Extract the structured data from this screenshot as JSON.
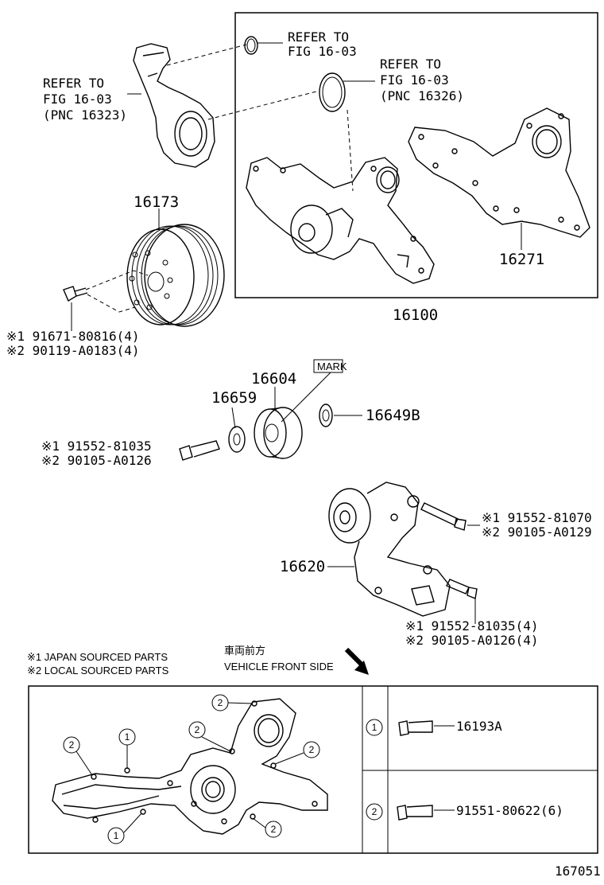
{
  "refs": {
    "ref1": [
      "REFER TO",
      "FIG 16-03"
    ],
    "ref2": [
      "REFER TO",
      "FIG 16-03",
      "(PNC 16326)"
    ],
    "ref3": [
      "REFER TO",
      "FIG 16-03",
      "(PNC 16323)"
    ]
  },
  "parts": {
    "p16173": "16173",
    "p16271": "16271",
    "p16100": "16100",
    "p16604": "16604",
    "p16659": "16659",
    "p16649B": "16649B",
    "p16620": "16620",
    "mark": "MARK"
  },
  "bolts": {
    "pulley_bolt": [
      "※1 91671-80816(4)",
      "※2 90119-A0183(4)"
    ],
    "idler_bolt": [
      "※1 91552-81035",
      "※2 90105-A0126"
    ],
    "tensioner_bolt_top": [
      "※1 91552-81070",
      "※2 90105-A0129"
    ],
    "tensioner_bolt_bottom": [
      "※1 91552-81035(4)",
      "※2 90105-A0126(4)"
    ]
  },
  "legend": {
    "line1": "※1 JAPAN SOURCED PARTS",
    "line2": "※2 LOCAL SOURCED PARTS"
  },
  "direction": {
    "jp": "車両前方",
    "en": "VEHICLE FRONT SIDE"
  },
  "detail_table": {
    "rows": [
      {
        "marker": "1",
        "part": "16193A"
      },
      {
        "marker": "2",
        "part": "91551-80622(6)"
      }
    ],
    "callouts": [
      "2",
      "1",
      "2",
      "2",
      "2",
      "1",
      "2"
    ]
  },
  "figure_id": "167051"
}
